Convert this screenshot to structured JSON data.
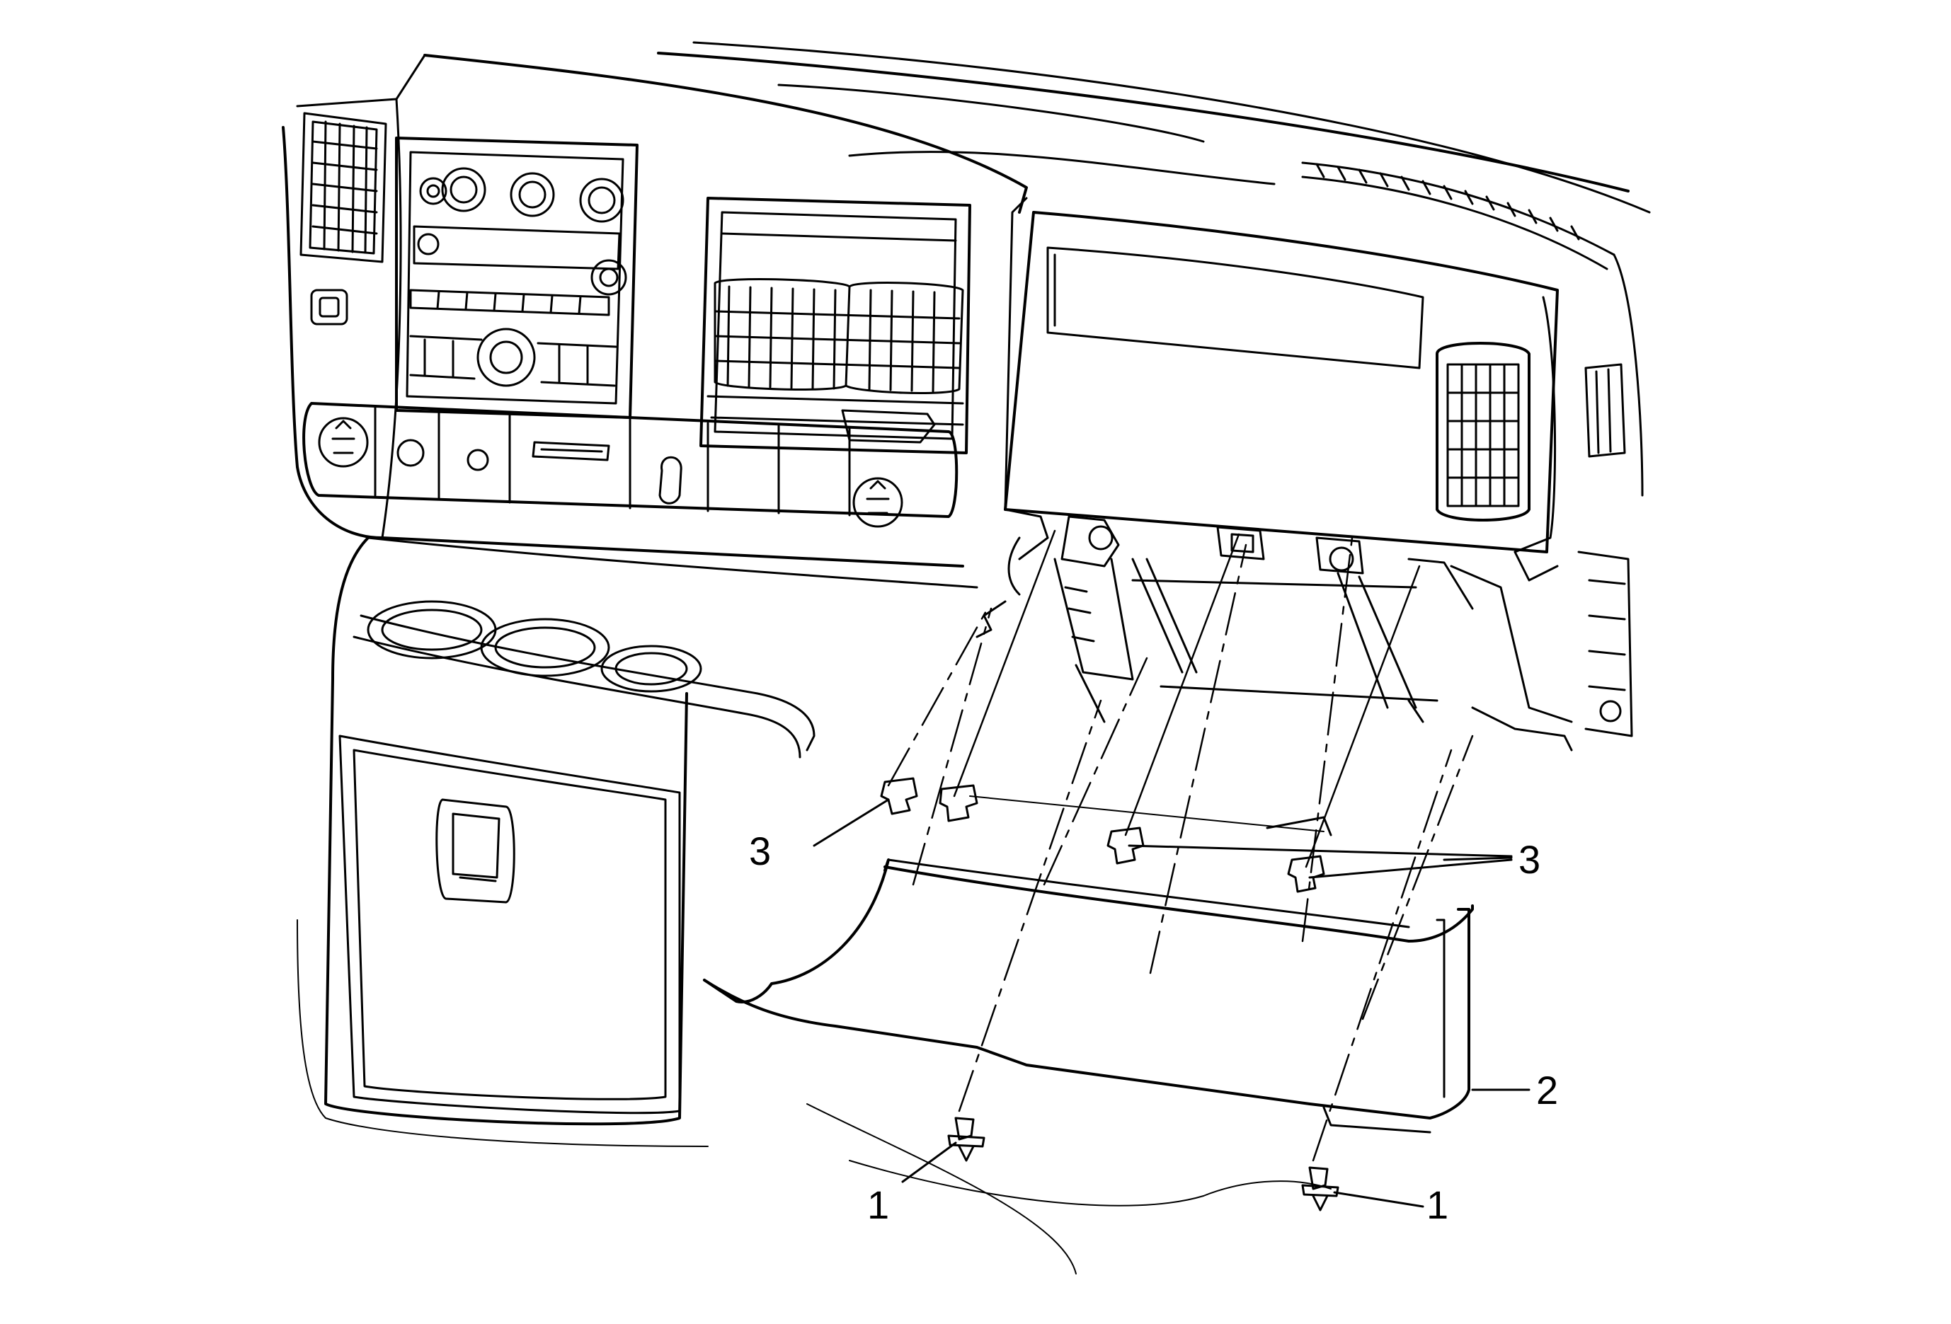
{
  "callouts": {
    "fastener_left": "1",
    "fastener_right": "1",
    "knee_bolster": "2",
    "clips_left": "3",
    "clips_right": "3"
  },
  "colors": {
    "line": "#000000",
    "background": "#ffffff"
  }
}
